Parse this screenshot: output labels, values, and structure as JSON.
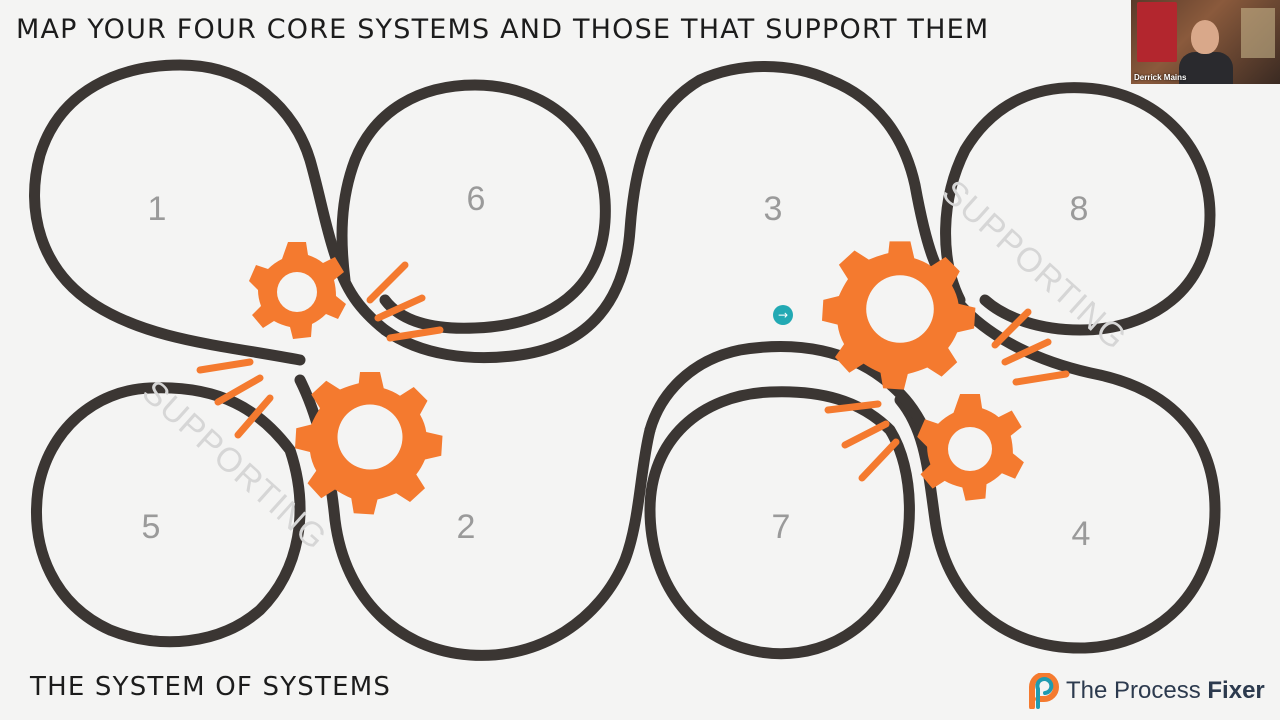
{
  "header": {
    "title": "MAP YOUR FOUR CORE SYSTEMS AND THOSE THAT SUPPORT THEM"
  },
  "footer": {
    "subtitle": "THE SYSTEM OF SYSTEMS"
  },
  "diagram": {
    "loop_numbers": [
      "1",
      "6",
      "3",
      "8",
      "5",
      "2",
      "7",
      "4"
    ],
    "supporting_label": "SUPPORTING",
    "track_color": "#3b3633",
    "gear_color": "#f47a2f"
  },
  "video": {
    "participant_name": "Derrick Mains"
  },
  "brand": {
    "prefix": "The Process ",
    "bold": "Fixer"
  },
  "cursor": {
    "icon": "arrow-right-icon"
  }
}
